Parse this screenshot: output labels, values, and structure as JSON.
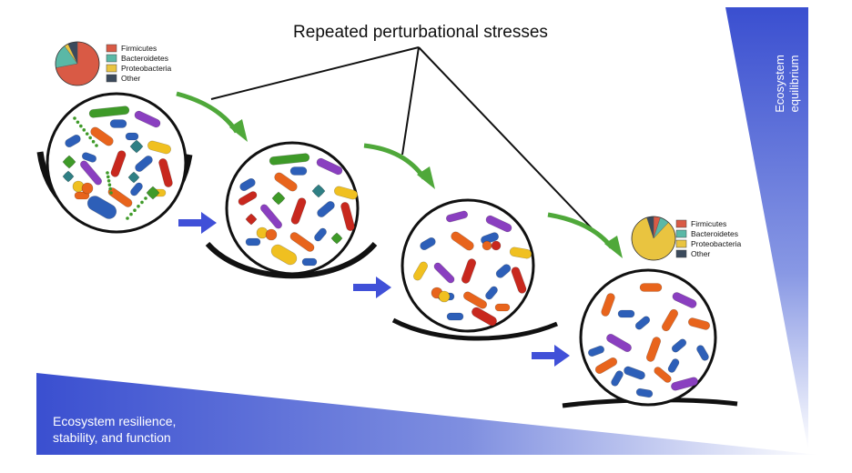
{
  "title": "Repeated perturbational stresses",
  "bottom_label": {
    "line1": "Ecosystem resilience,",
    "line2": "stability, and function"
  },
  "right_label": {
    "line1": "Ecosystem",
    "line2": "equilibrium"
  },
  "legend": [
    {
      "label": "Firmicutes",
      "color": "#d95a45"
    },
    {
      "label": "Bacteroidetes",
      "color": "#5ab8a6"
    },
    {
      "label": "Proteobacteria",
      "color": "#e9c440"
    },
    {
      "label": "Other",
      "color": "#3b4a5c"
    }
  ],
  "pie_initial": [
    {
      "label": "Firmicutes",
      "value": 0.72
    },
    {
      "label": "Bacteroidetes",
      "value": 0.18
    },
    {
      "label": "Proteobacteria",
      "value": 0.03
    },
    {
      "label": "Other",
      "value": 0.07
    }
  ],
  "pie_final": [
    {
      "label": "Firmicutes",
      "value": 0.05
    },
    {
      "label": "Bacteroidetes",
      "value": 0.07
    },
    {
      "label": "Proteobacteria",
      "value": 0.83
    },
    {
      "label": "Other",
      "value": 0.05
    }
  ],
  "colors": {
    "wedge_blue": "#3a4fd0",
    "arrow_blue": "#4050d8",
    "arrow_green": "#4fa83a",
    "firmicutes_red": "#c8281e",
    "orange": "#e8641c",
    "blue_rod": "#2d5fb8",
    "purple": "#8a3fc0",
    "yellow": "#f0c020",
    "teal": "#2f7f84",
    "green_rod": "#3e9a28"
  }
}
